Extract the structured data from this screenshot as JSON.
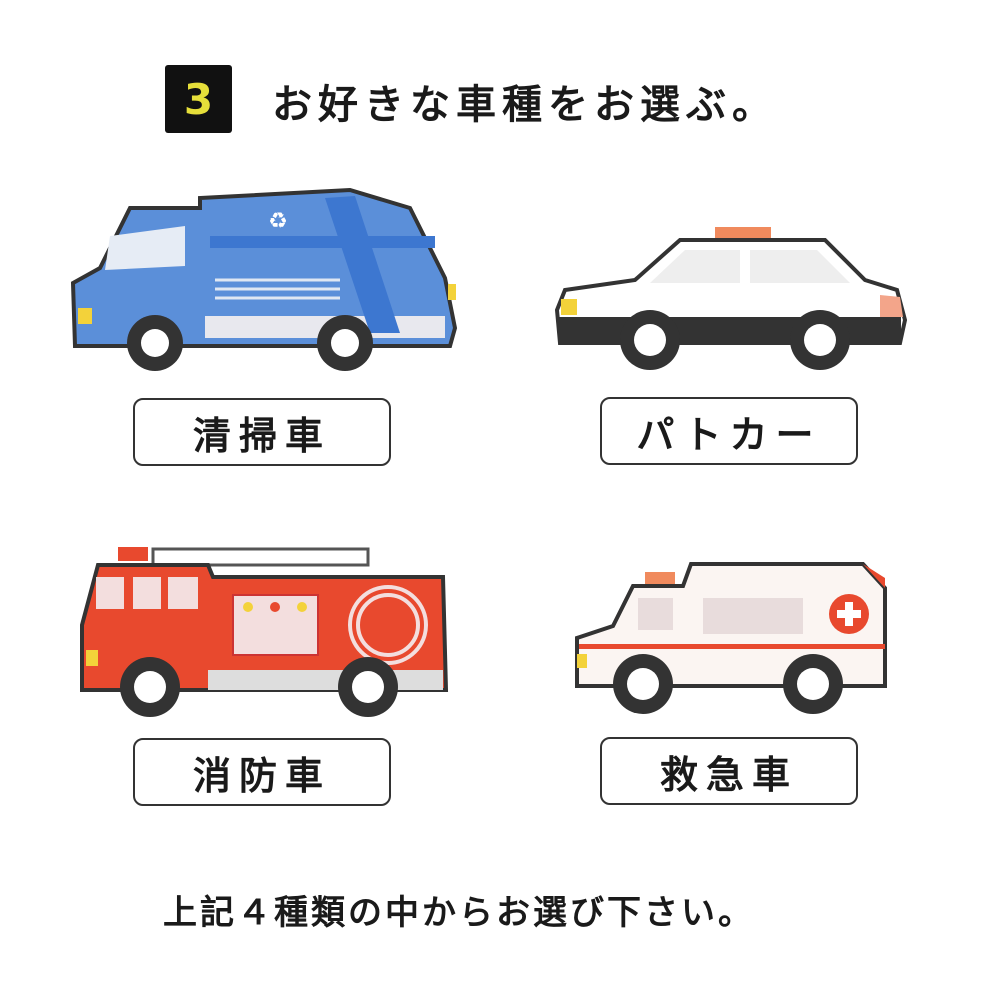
{
  "header": {
    "step_number": "3",
    "title": "お好きな車種をお選ぶ。"
  },
  "vehicles": [
    {
      "label": "清掃車",
      "icon": "garbage-truck-icon",
      "color": "#5b8fd9"
    },
    {
      "label": "パトカー",
      "icon": "police-car-icon",
      "color": "#ffffff"
    },
    {
      "label": "消防車",
      "icon": "fire-truck-icon",
      "color": "#e8492e"
    },
    {
      "label": "救急車",
      "icon": "ambulance-icon",
      "color": "#fbf5f2"
    }
  ],
  "footer": {
    "note": "上記４種類の中からお選び下さい。"
  }
}
